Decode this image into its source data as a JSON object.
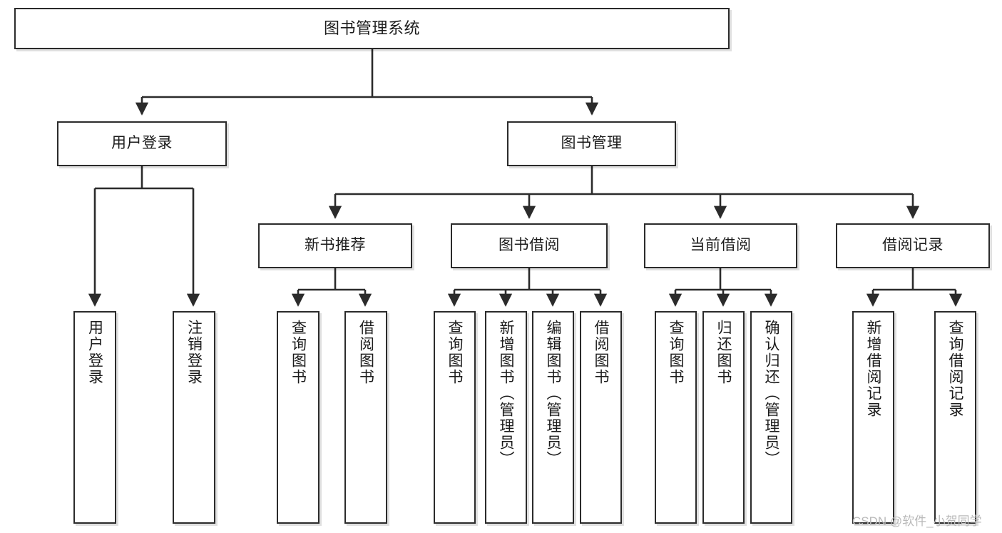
{
  "diagram": {
    "title": "图书管理系统",
    "type": "hierarchy-tree",
    "watermark": "CSDN @软件_小贺同学",
    "colors": {
      "border": "#2b2b2b",
      "background": "#ffffff",
      "text": "#1b1b1b",
      "watermark": "#b9b9b9"
    },
    "levels": {
      "level1": [
        {
          "id": "root",
          "label": "图书管理系统"
        }
      ],
      "level2": [
        {
          "id": "user-login",
          "label": "用户登录",
          "parent": "root"
        },
        {
          "id": "book-manage",
          "label": "图书管理",
          "parent": "root"
        }
      ],
      "level3": [
        {
          "id": "new-book-rec",
          "label": "新书推荐",
          "parent": "book-manage"
        },
        {
          "id": "book-borrow",
          "label": "图书借阅",
          "parent": "book-manage"
        },
        {
          "id": "current-borrow",
          "label": "当前借阅",
          "parent": "book-manage"
        },
        {
          "id": "borrow-record",
          "label": "借阅记录",
          "parent": "book-manage"
        }
      ],
      "leaves": [
        {
          "id": "leaf-user-login",
          "label": "用户登录",
          "parent": "user-login"
        },
        {
          "id": "leaf-logout",
          "label": "注销登录",
          "parent": "user-login"
        },
        {
          "id": "leaf-query-book-1",
          "label": "查询图书",
          "parent": "new-book-rec"
        },
        {
          "id": "leaf-borrow-book-1",
          "label": "借阅图书",
          "parent": "new-book-rec"
        },
        {
          "id": "leaf-query-book-2",
          "label": "查询图书",
          "parent": "book-borrow"
        },
        {
          "id": "leaf-add-book",
          "label": "新增图书（管理员）",
          "parent": "book-borrow"
        },
        {
          "id": "leaf-edit-book",
          "label": "编辑图书（管理员）",
          "parent": "book-borrow"
        },
        {
          "id": "leaf-borrow-book-2",
          "label": "借阅图书",
          "parent": "book-borrow"
        },
        {
          "id": "leaf-query-book-3",
          "label": "查询图书",
          "parent": "current-borrow"
        },
        {
          "id": "leaf-return-book",
          "label": "归还图书",
          "parent": "current-borrow"
        },
        {
          "id": "leaf-confirm-return",
          "label": "确认归还（管理员）",
          "parent": "current-borrow"
        },
        {
          "id": "leaf-add-record",
          "label": "新增借阅记录",
          "parent": "borrow-record"
        },
        {
          "id": "leaf-query-record",
          "label": "查询借阅记录",
          "parent": "borrow-record"
        }
      ]
    }
  }
}
